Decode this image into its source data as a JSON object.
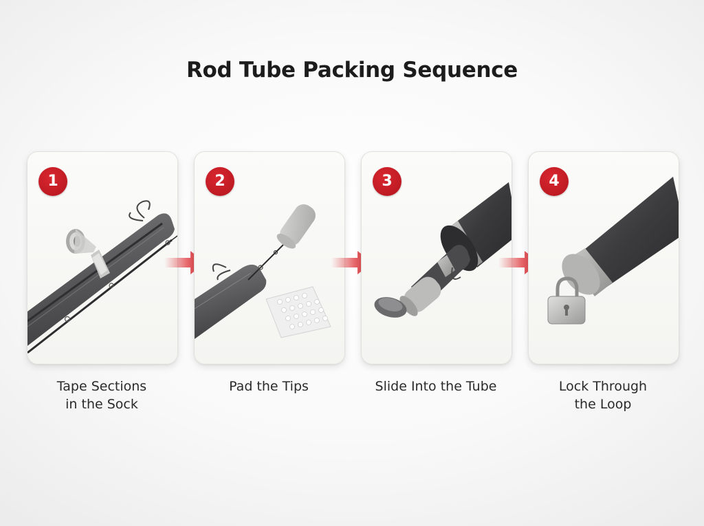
{
  "title": "Rod Tube Packing Sequence",
  "steps": [
    {
      "number": "1",
      "label_lines": [
        "Tape Sections",
        "in the Sock"
      ],
      "icon": "rod-sock-tape-icon"
    },
    {
      "number": "2",
      "label_lines": [
        "Pad the Tips"
      ],
      "icon": "foam-padding-icon"
    },
    {
      "number": "3",
      "label_lines": [
        "Slide Into the Tube"
      ],
      "icon": "rod-tube-icon"
    },
    {
      "number": "4",
      "label_lines": [
        "Lock Through",
        "the Loop"
      ],
      "icon": "padlock-icon"
    }
  ],
  "colors": {
    "accent": "#c41e27",
    "card_background": "#f7f7f4",
    "tube": "#3d3d3f",
    "sock": "#5e5e60"
  }
}
